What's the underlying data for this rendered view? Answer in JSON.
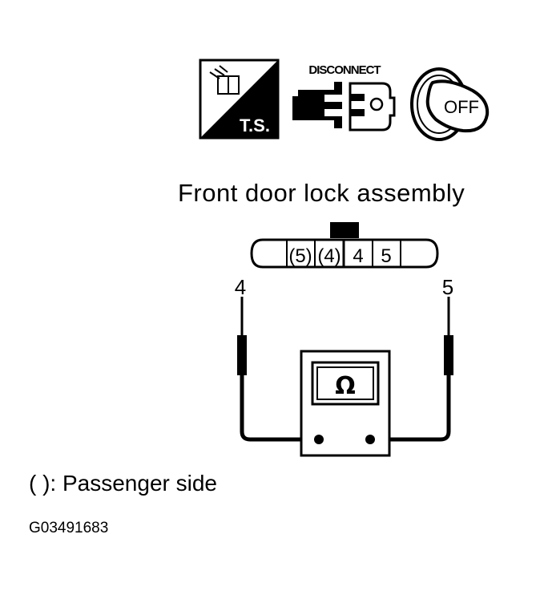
{
  "icons": {
    "ts": {
      "name": "ts-icon",
      "label": "T.S."
    },
    "disconnect": {
      "name": "disconnect-icon",
      "label": "DISCONNECT"
    },
    "ignition": {
      "name": "ignition-off-icon",
      "label": "OFF"
    }
  },
  "title": "Front door lock assembly",
  "connector": {
    "pins": [
      "(5)",
      "(4)",
      "4",
      "5"
    ]
  },
  "leads": {
    "left": "4",
    "right": "5"
  },
  "meter": {
    "symbol": "Ω"
  },
  "legend": "(   ): Passenger side",
  "figure_code": "G03491683"
}
